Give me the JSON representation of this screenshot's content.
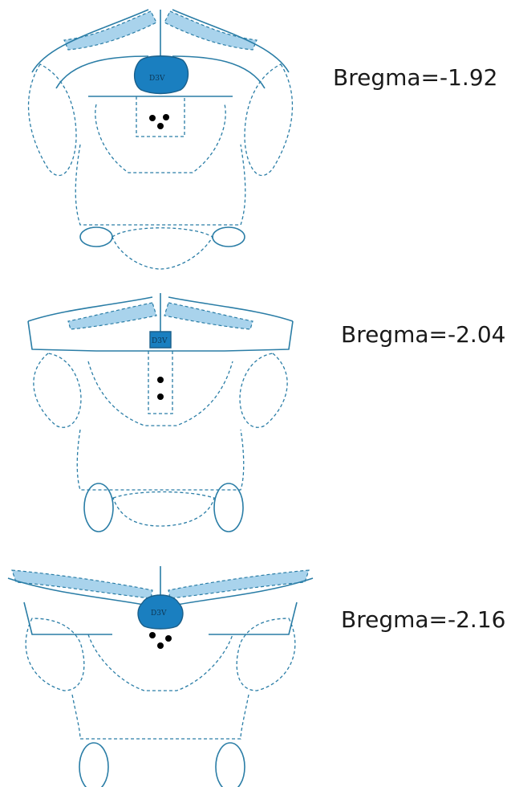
{
  "panels": [
    {
      "bregma_label": "Bregma=-1.92",
      "ventricle_label": "D3V",
      "dot_count": 3
    },
    {
      "bregma_label": "Bregma=-2.04",
      "ventricle_label": "D3V",
      "dot_count": 2
    },
    {
      "bregma_label": "Bregma=-2.16",
      "ventricle_label": "D3V",
      "dot_count": 3
    }
  ],
  "colors": {
    "outline": "#2a7da6",
    "ventricle_fill": "#1a7fc0",
    "band_fill": "#a9d3ec",
    "dot": "#000000",
    "text": "#1a1a1a"
  }
}
